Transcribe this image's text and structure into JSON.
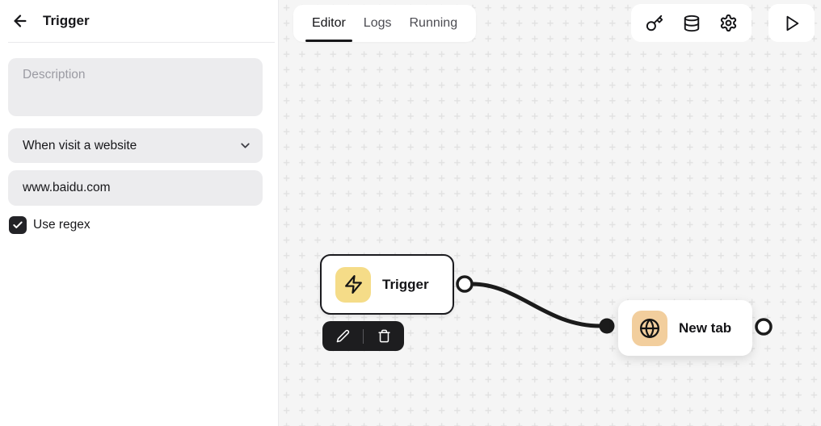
{
  "sidebar": {
    "title": "Trigger",
    "description": {
      "placeholder": "Description",
      "value": ""
    },
    "trigger_type": {
      "value": "When visit a website"
    },
    "url_input": {
      "value": "www.baidu.com"
    },
    "use_regex": {
      "label": "Use regex",
      "checked": true
    }
  },
  "topbar": {
    "tabs": [
      {
        "label": "Editor",
        "active": true
      },
      {
        "label": "Logs",
        "active": false
      },
      {
        "label": "Running",
        "active": false
      }
    ],
    "tools": [
      {
        "icon": "key-icon"
      },
      {
        "icon": "database-icon"
      },
      {
        "icon": "gear-icon"
      }
    ],
    "run_button": {
      "icon": "play-icon"
    }
  },
  "canvas": {
    "nodes": [
      {
        "id": "trigger",
        "label": "Trigger",
        "icon": "zap-icon",
        "icon_bg": "#f5dc88",
        "selected": true
      },
      {
        "id": "new-tab",
        "label": "New tab",
        "icon": "globe-icon",
        "icon_bg": "#f2ce9d",
        "selected": false
      }
    ],
    "edges": [
      {
        "from": "trigger",
        "to": "new-tab"
      }
    ],
    "node_toolbar": [
      {
        "icon": "pencil-icon"
      },
      {
        "icon": "trash-icon"
      }
    ]
  },
  "colors": {
    "canvas_bg": "#f5f5f5",
    "grid_dot": "#e2e2e2",
    "field_bg": "#ececee",
    "node_border": "#1b1b1f",
    "node_toolbar_bg": "#1d1d1f",
    "accent_yellow": "#f5dc88",
    "accent_tan": "#f2ce9d",
    "edge": "#1b1b1b"
  }
}
